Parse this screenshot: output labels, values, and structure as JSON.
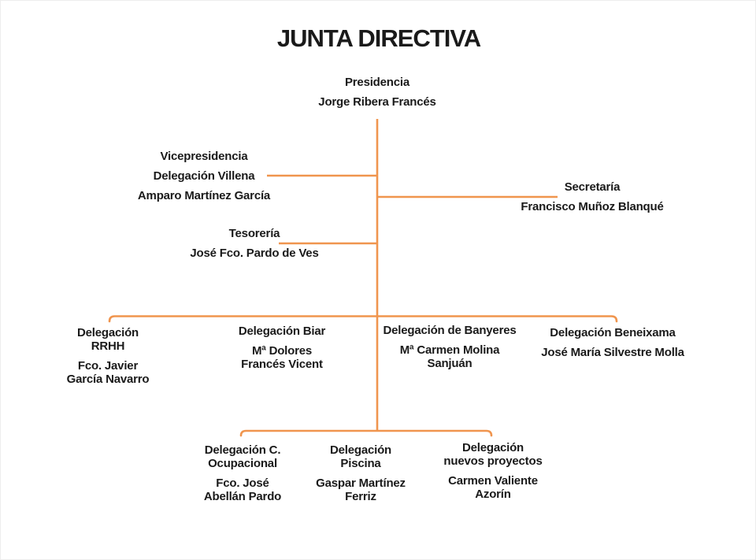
{
  "title": "JUNTA DIRECTIVA",
  "accent_color": "#F0954E",
  "text_color": "#1a1a1a",
  "nodes": {
    "presidencia": {
      "role": "Presidencia",
      "name": "Jorge Ribera Francés"
    },
    "vicepresidencia": {
      "role": "Vicepresidencia",
      "delegation": "Delegación Villena",
      "name": "Amparo Martínez García"
    },
    "secretaria": {
      "role": "Secretaría",
      "name": "Francisco Muñoz Blanqué"
    },
    "tesoreria": {
      "role": "Tesorería",
      "name": "José Fco. Pardo de Ves"
    },
    "rrhh": {
      "role": "Delegación\nRRHH",
      "name": "Fco. Javier\nGarcía Navarro"
    },
    "biar": {
      "role": "Delegación Biar",
      "name": "Mª Dolores\nFrancés Vicent"
    },
    "banyeres": {
      "role": "Delegación de Banyeres",
      "name": "Mª Carmen Molina\nSanjuán"
    },
    "beneixama": {
      "role": "Delegación Beneixama",
      "name": "José María Silvestre Molla"
    },
    "ocupacional": {
      "role": "Delegación C.\nOcupacional",
      "name": "Fco. José\nAbellán Pardo"
    },
    "piscina": {
      "role": "Delegación\nPiscina",
      "name": "Gaspar Martínez\nFerriz"
    },
    "nuevos_proyectos": {
      "role": "Delegación\nnuevos proyectos",
      "name": "Carmen Valiente\nAzorín"
    }
  }
}
